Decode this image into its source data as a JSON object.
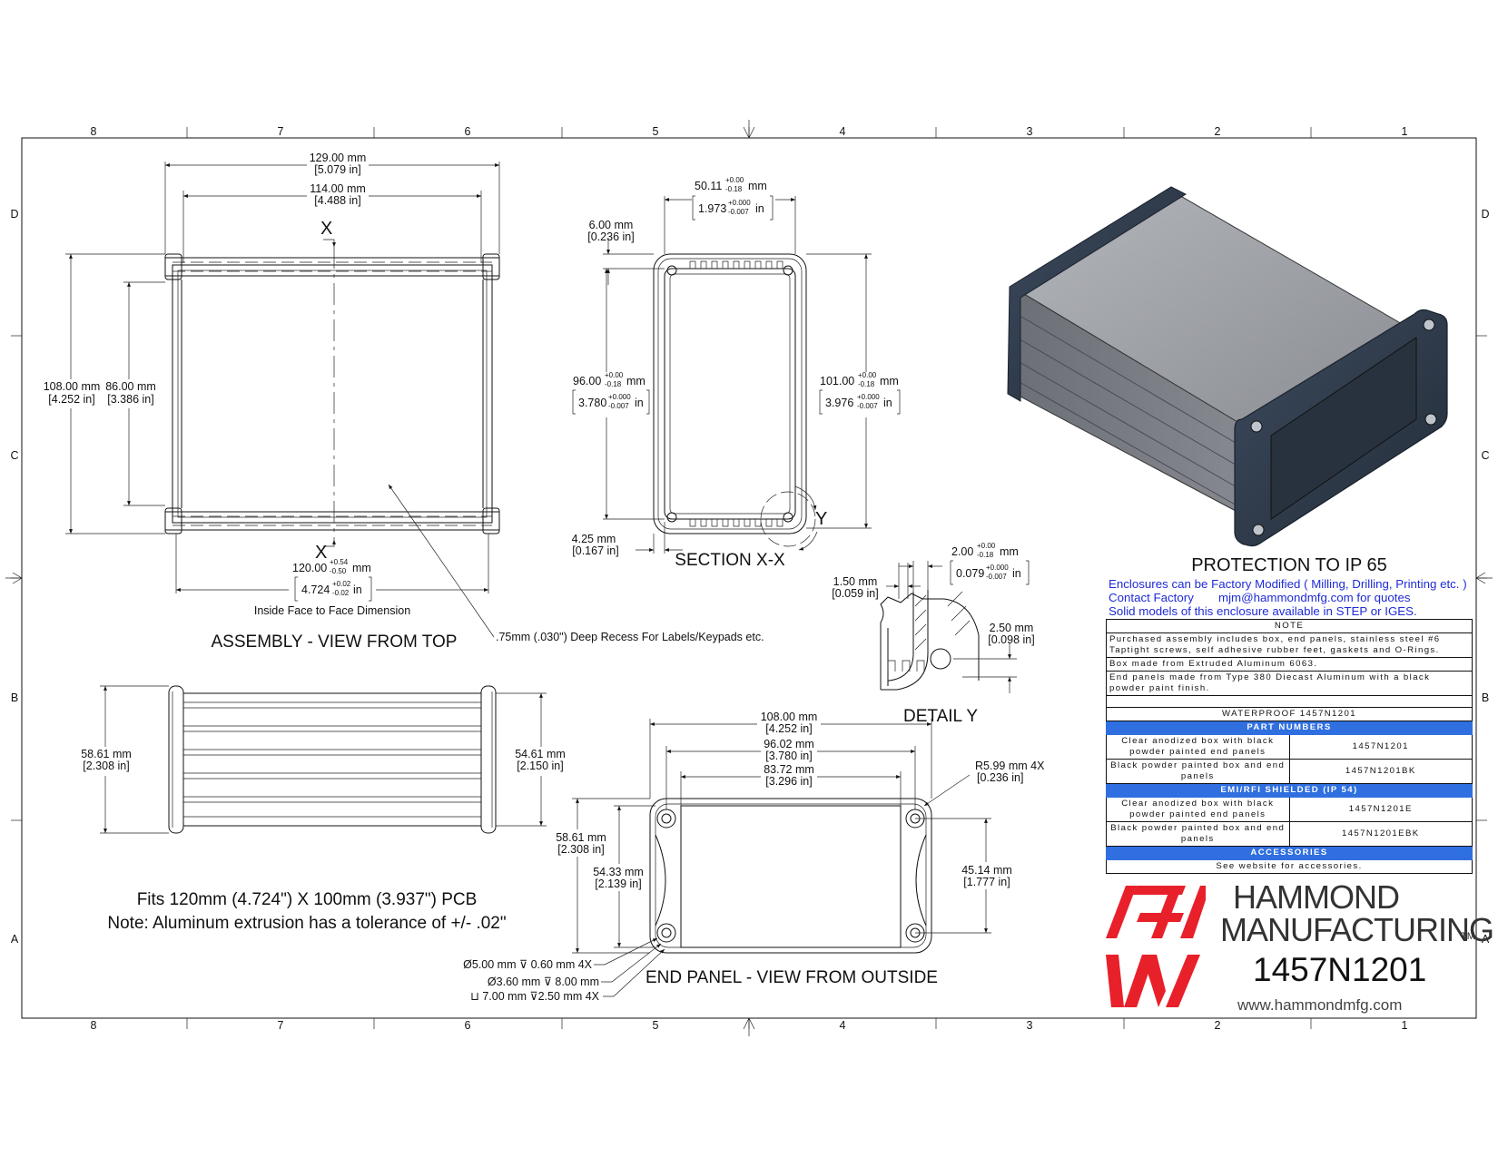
{
  "border": {
    "columns": [
      "8",
      "7",
      "6",
      "5",
      "4",
      "3",
      "2",
      "1"
    ],
    "rows": [
      "D",
      "C",
      "B",
      "A"
    ]
  },
  "top_view": {
    "title": "ASSEMBLY - VIEW FROM TOP",
    "section_label": "X",
    "width_overall": {
      "mm": "129.00 mm",
      "in": "[5.079 in]"
    },
    "width_inner": {
      "mm": "114.00 mm",
      "in": "[4.488 in]"
    },
    "length_overall": {
      "mm": "108.00 mm",
      "in": "[4.252 in]"
    },
    "length_inner": {
      "mm": "86.00 mm",
      "in": "[3.386 in]"
    },
    "inside_face": {
      "value": "120.00",
      "tol_plus": "+0.54",
      "tol_minus": "-0.50",
      "unit": "mm",
      "in_value": "4.724",
      "in_tol_plus": "+0.02",
      "in_tol_minus": "-0.02",
      "in_unit": "in"
    },
    "inside_face_label": "Inside Face to Face Dimension",
    "recess_note": ".75mm (.030\") Deep Recess For Labels/Keypads etc."
  },
  "section_view": {
    "title": "SECTION  X-X",
    "top_width": {
      "value": "50.11",
      "tol_plus": "+0.00",
      "tol_minus": "-0.18",
      "unit": "mm",
      "in_value": "1.973",
      "in_tol_plus": "+0.000",
      "in_tol_minus": "-0.007",
      "in_unit": "in"
    },
    "wall_top": {
      "mm": "6.00 mm",
      "in": "[0.236 in]"
    },
    "inner_height": {
      "value": "96.00",
      "tol_plus": "+0.00",
      "tol_minus": "-0.18",
      "unit": "mm",
      "in_value": "3.780",
      "in_tol_plus": "+0.000",
      "in_tol_minus": "-0.007",
      "in_unit": "in"
    },
    "outer_height": {
      "value": "101.00",
      "tol_plus": "+0.00",
      "tol_minus": "-0.18",
      "unit": "mm",
      "in_value": "3.976",
      "in_tol_plus": "+0.000",
      "in_tol_minus": "-0.007",
      "in_unit": "in"
    },
    "wall_bottom": {
      "mm": "4.25 mm",
      "in": "[0.167 in]"
    },
    "detail_callout": "Y"
  },
  "detail_view": {
    "title": "DETAIL  Y",
    "gap": {
      "value": "2.00",
      "tol_plus": "+0.00",
      "tol_minus": "-0.18",
      "unit": "mm",
      "in_value": "0.079",
      "in_tol_plus": "+0.000",
      "in_tol_minus": "-0.007",
      "in_unit": "in"
    },
    "wall": {
      "mm": "1.50 mm",
      "in": "[0.059 in]"
    },
    "depth": {
      "mm": "2.50 mm",
      "in": "[0.098 in]"
    }
  },
  "side_view": {
    "height_left": {
      "mm": "58.61 mm",
      "in": "[2.308 in]"
    },
    "height_right": {
      "mm": "54.61 mm",
      "in": "[2.150 in]"
    }
  },
  "notes": {
    "pcb": "Fits 120mm (4.724\") X 100mm (3.937\") PCB",
    "tolerance": "Note: Aluminum extrusion has a tolerance of +/- .02\""
  },
  "end_panel": {
    "title": "END PANEL - VIEW FROM OUTSIDE",
    "width_overall": {
      "mm": "108.00 mm",
      "in": "[4.252 in]"
    },
    "width_mid": {
      "mm": "96.02 mm",
      "in": "[3.780 in]"
    },
    "width_inner": {
      "mm": "83.72 mm",
      "in": "[3.296 in]"
    },
    "radius": {
      "mm": "R5.99 mm 4X",
      "in": "[0.236 in]"
    },
    "height_overall": {
      "mm": "58.61 mm",
      "in": "[2.308 in]"
    },
    "height_mid": {
      "mm": "54.33 mm",
      "in": "[2.139 in]"
    },
    "height_inner": {
      "mm": "45.14 mm",
      "in": "[1.777 in]"
    },
    "hole_1": "Ø5.00 mm ⊽ 0.60 mm 4X",
    "hole_2": "Ø3.60 mm ⊽ 8.00 mm",
    "hole_3": "⊔ 7.00 mm ⊽2.50 mm 4X"
  },
  "title_block": {
    "protection": "PROTECTION TO IP 65",
    "line1": "Enclosures can be Factory Modified ( Milling, Drilling, Printing etc. )",
    "line2a": "Contact Factory",
    "line2b": "mjm@hammondmfg.com for quotes",
    "line3": "Solid models of this enclosure available in STEP or IGES.",
    "note_header": "NOTE",
    "notes": [
      "Purchased assembly includes box, end panels, stainless steel #6 Taptight screws, self adhesive rubber feet, gaskets and O-Rings.",
      "Box made from Extruded Aluminum 6063.",
      "End panels made from Type 380 Diecast Aluminum with a black powder paint finish."
    ],
    "waterproof": "WATERPROOF 1457N1201",
    "part_numbers_header": "PART NUMBERS",
    "part_numbers": [
      {
        "desc": "Clear anodized box with black powder painted end panels",
        "pn": "1457N1201"
      },
      {
        "desc": "Black powder painted box and end panels",
        "pn": "1457N1201BK"
      }
    ],
    "emi_header": "EMI/RFI SHIELDED (IP 54)",
    "emi_parts": [
      {
        "desc": "Clear anodized box with black powder painted end panels",
        "pn": "1457N1201E"
      },
      {
        "desc": "Black powder painted box and end panels",
        "pn": "1457N1201EBK"
      }
    ],
    "accessories_header": "ACCESSORIES",
    "accessories": "See website for accessories.",
    "logo_line1": "HAMMOND",
    "logo_line2": "MANUFACTURING",
    "logo_tm": "TM",
    "part_number": "1457N1201",
    "website": "www.hammondmfg.com"
  },
  "colors": {
    "ink": "#111111",
    "blue_text": "#1f2bd6",
    "header_blue": "#2f6fe0",
    "logo_red": "#e8202a",
    "render_body": "#8f939a",
    "render_end": "#2f3d4f"
  }
}
